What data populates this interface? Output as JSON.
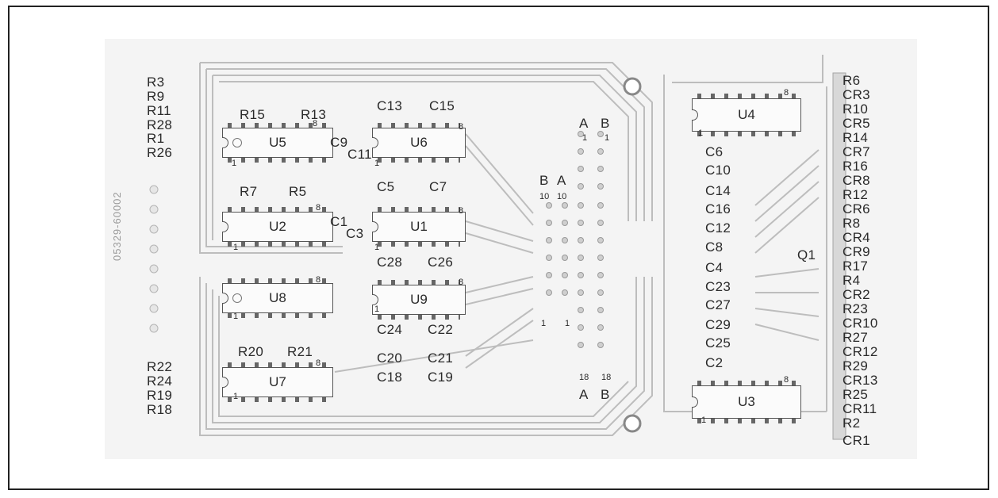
{
  "chips": [
    {
      "id": "U5",
      "pin1": "1",
      "pin8": "8"
    },
    {
      "id": "U6",
      "pin1": "1",
      "pin8": "8"
    },
    {
      "id": "U2",
      "pin1": "1",
      "pin8": "8"
    },
    {
      "id": "U1",
      "pin1": "1",
      "pin8": "8"
    },
    {
      "id": "U8",
      "pin1": "1",
      "pin8": "8"
    },
    {
      "id": "U9",
      "pin1": "1",
      "pin8": "8"
    },
    {
      "id": "U7",
      "pin1": "1",
      "pin8": "8"
    },
    {
      "id": "U4",
      "pin1": "1",
      "pin8": "8"
    },
    {
      "id": "U3",
      "pin1": "1",
      "pin8": "8"
    }
  ],
  "left_edge_labels": [
    "R3",
    "R9",
    "R11",
    "R28",
    "R1",
    "R26",
    "R22",
    "R24",
    "R19",
    "R18"
  ],
  "right_edge_labels": [
    "R6",
    "CR3",
    "R10",
    "CR5",
    "R14",
    "CR7",
    "R16",
    "CR8",
    "R12",
    "CR6",
    "R8",
    "CR4",
    "CR9",
    "R17",
    "R4",
    "CR2",
    "R23",
    "CR10",
    "R27",
    "CR12",
    "R29",
    "CR13",
    "R25",
    "CR11",
    "R2",
    "CR1"
  ],
  "capacitor_column": [
    "C6",
    "C10",
    "C14",
    "C16",
    "C12",
    "C8",
    "C4",
    "C23",
    "C27",
    "C29",
    "C25",
    "C2"
  ],
  "component_labels": {
    "r15": "R15",
    "r13": "R13",
    "c13": "C13",
    "c15": "C15",
    "c9": "C9",
    "c11": "C11",
    "r7": "R7",
    "r5": "R5",
    "c5": "C5",
    "c7": "C7",
    "c1": "C1",
    "c3": "C3",
    "c28": "C28",
    "c26": "C26",
    "c24": "C24",
    "c22": "C22",
    "r20": "R20",
    "r21": "R21",
    "c20": "C20",
    "c21": "C21",
    "c18": "C18",
    "c19": "C19",
    "q1": "Q1"
  },
  "connector_labels": {
    "top_a": "A",
    "top_b": "B",
    "top_a_pin": "1",
    "top_b_pin": "1",
    "mid_b": "B",
    "mid_a": "A",
    "mid_b_pin": "10",
    "mid_a_pin": "10",
    "low_pin_a": "1",
    "low_pin_b": "1",
    "bot_a_pin": "18",
    "bot_b_pin": "18",
    "bot_a": "A",
    "bot_b": "B"
  },
  "board_marking": "05329-60002"
}
